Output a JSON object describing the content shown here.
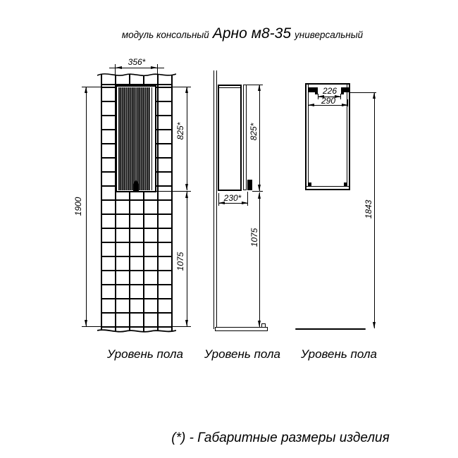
{
  "title": {
    "prefix": "модуль консольный",
    "model": "Арно м8-35",
    "suffix": "универсальный"
  },
  "floor_label": "Уровень пола",
  "footnote": "(*) - Габаритные размеры изделия",
  "views": {
    "front": {
      "dims": {
        "width": "356*",
        "cabinet_height": "825*",
        "total_height": "1900",
        "lower_height": "1075"
      }
    },
    "side": {
      "dims": {
        "depth": "230*",
        "cabinet_height": "825*",
        "lower_height": "1075"
      }
    },
    "back": {
      "dims": {
        "bracket_spacing": "226",
        "body_width": "290",
        "mount_height": "1843"
      }
    }
  }
}
